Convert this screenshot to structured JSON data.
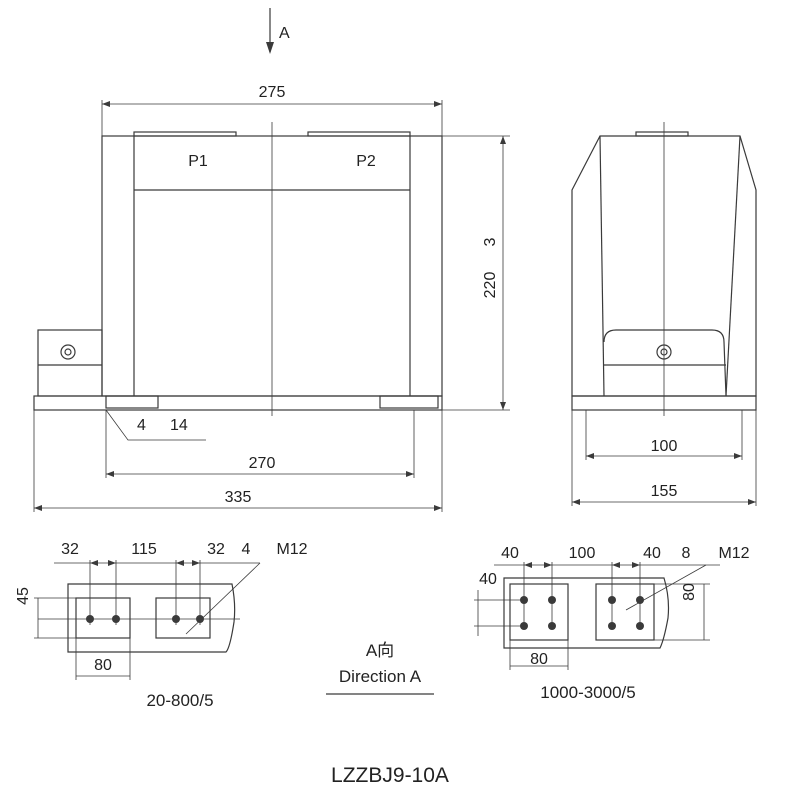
{
  "view_arrow_label": "A",
  "front_view": {
    "terminal_p1": "P1",
    "terminal_p2": "P2",
    "dim_top_width": "275",
    "dim_height": "220",
    "dim_height_note": "3",
    "dim_foot_slot": "4",
    "dim_foot_slot_width": "14",
    "dim_mount_pitch": "270",
    "dim_overall_width": "335"
  },
  "side_view": {
    "dim_mount_pitch": "100",
    "dim_overall_width": "155"
  },
  "detail_left": {
    "dim_a": "32",
    "dim_b": "115",
    "dim_c": "32",
    "dim_hole": "4",
    "thread": "M12",
    "dim_height": "45",
    "dim_pad_width": "80",
    "ratio": "20-800/5"
  },
  "detail_right": {
    "dim_a": "40",
    "dim_b": "100",
    "dim_c": "40",
    "dim_hole": "8",
    "thread": "M12",
    "dim_side": "40",
    "dim_height": "80",
    "dim_pad_width": "80",
    "ratio": "1000-3000/5"
  },
  "direction_label_cn": "A向",
  "direction_label_en": "Direction A",
  "model": "LZZBJ9-10A"
}
